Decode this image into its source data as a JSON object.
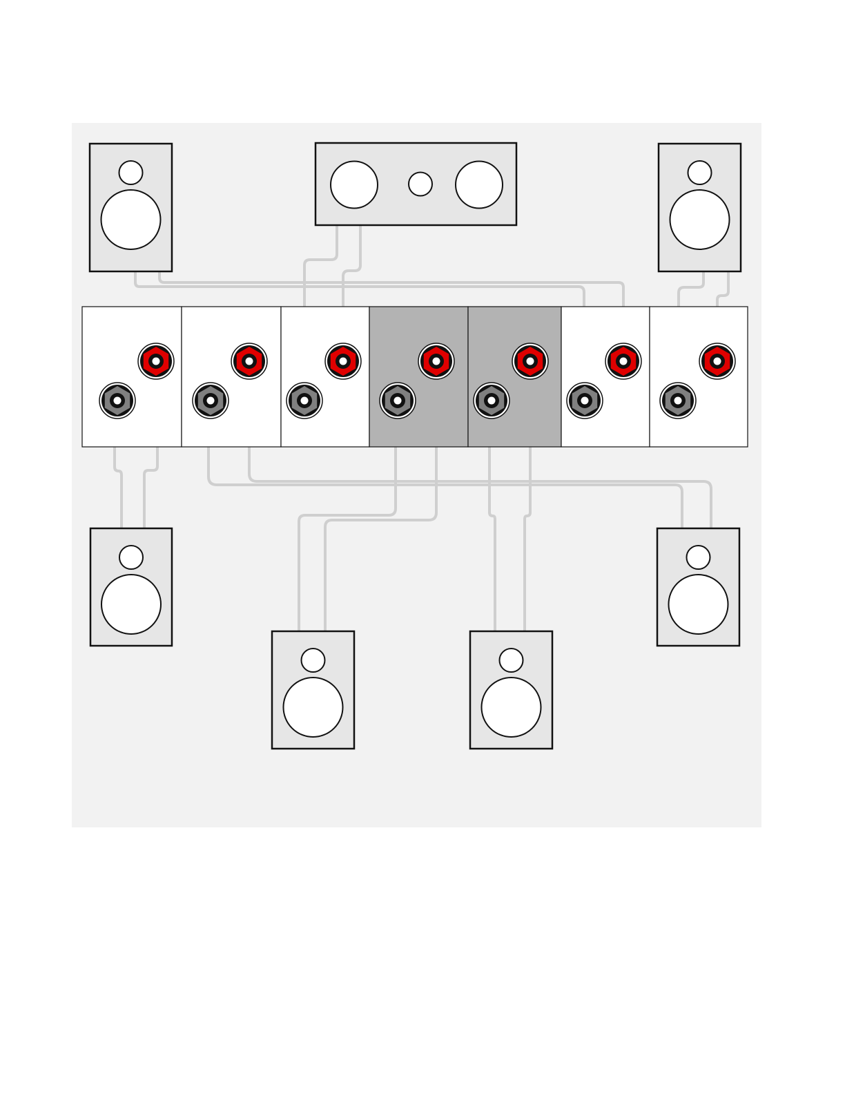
{
  "diagram": {
    "kind": "speaker-wiring-7-channel",
    "colors": {
      "panel_background": "#f2f2f2",
      "speaker_cabinet": "#e6e6e6",
      "speaker_outline": "#111111",
      "driver_fill": "#ffffff",
      "cable": "#cfcfcf",
      "terminal_positive": "#e00000",
      "terminal_negative": "#808080",
      "receiver_section_light": "#ffffff",
      "receiver_section_dark": "#b3b3b3"
    },
    "receiver": {
      "sections": [
        {
          "channel": "surround-back-left",
          "shade": "light"
        },
        {
          "channel": "surround-back-right",
          "shade": "light"
        },
        {
          "channel": "center",
          "shade": "light"
        },
        {
          "channel": "surround-left",
          "shade": "dark"
        },
        {
          "channel": "surround-right",
          "shade": "dark"
        },
        {
          "channel": "front-left",
          "shade": "light"
        },
        {
          "channel": "front-right",
          "shade": "light"
        }
      ]
    },
    "speakers": [
      {
        "id": "front-left",
        "type": "bookshelf"
      },
      {
        "id": "center",
        "type": "center-channel"
      },
      {
        "id": "front-right",
        "type": "bookshelf"
      },
      {
        "id": "surround-back-left",
        "type": "bookshelf"
      },
      {
        "id": "surround-left",
        "type": "bookshelf"
      },
      {
        "id": "surround-right",
        "type": "bookshelf"
      },
      {
        "id": "surround-back-right",
        "type": "bookshelf"
      }
    ],
    "connections": [
      {
        "from": "front-left",
        "to": "front-left"
      },
      {
        "from": "center",
        "to": "center"
      },
      {
        "from": "front-right",
        "to": "front-right"
      },
      {
        "from": "surround-back-left",
        "to": "surround-back-left"
      },
      {
        "from": "surround-left",
        "to": "surround-left"
      },
      {
        "from": "surround-right",
        "to": "surround-right"
      },
      {
        "from": "surround-back-right",
        "to": "surround-back-right"
      }
    ]
  }
}
